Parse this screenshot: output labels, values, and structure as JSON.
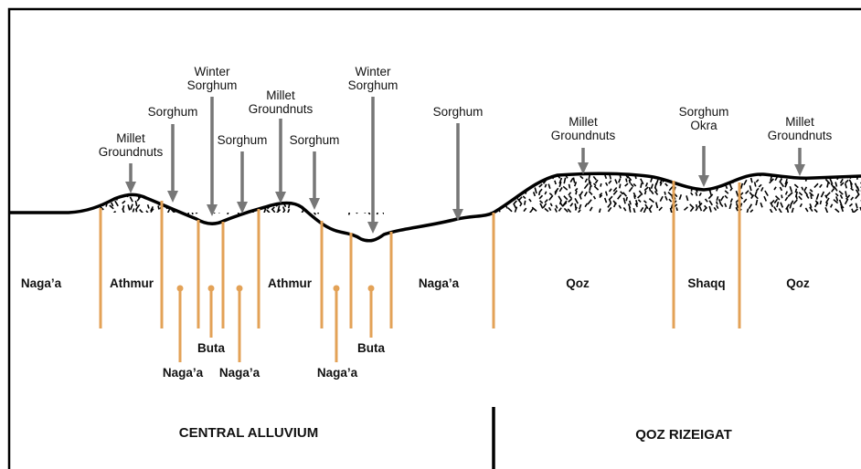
{
  "colors": {
    "boundary_line": "#E3A257",
    "arrow": "#777777",
    "ground_line": "#000000",
    "text": "#111111"
  },
  "crop_labels": [
    {
      "id": "millet-groundnuts-1",
      "lines": [
        "Millet",
        "Groundnuts"
      ]
    },
    {
      "id": "sorghum-1",
      "lines": [
        "Sorghum"
      ]
    },
    {
      "id": "winter-sorghum-1",
      "lines": [
        "Winter",
        "Sorghum"
      ]
    },
    {
      "id": "sorghum-2",
      "lines": [
        "Sorghum"
      ]
    },
    {
      "id": "millet-groundnuts-2",
      "lines": [
        "Millet",
        "Groundnuts"
      ]
    },
    {
      "id": "sorghum-3",
      "lines": [
        "Sorghum"
      ]
    },
    {
      "id": "winter-sorghum-2",
      "lines": [
        "Winter",
        "Sorghum"
      ]
    },
    {
      "id": "sorghum-4",
      "lines": [
        "Sorghum"
      ]
    },
    {
      "id": "millet-groundnuts-3",
      "lines": [
        "Millet",
        "Groundnuts"
      ]
    },
    {
      "id": "sorghum-okra",
      "lines": [
        "Sorghum",
        "Okra"
      ]
    },
    {
      "id": "millet-groundnuts-4",
      "lines": [
        "Millet",
        "Groundnuts"
      ]
    }
  ],
  "soil_labels": {
    "naga_a_1": "Naga’a",
    "athmur_1": "Athmur",
    "athmur_2": "Athmur",
    "naga_a_2": "Naga’a",
    "qoz_1": "Qoz",
    "shaqq": "Shaqq",
    "qoz_2": "Qoz",
    "buta_1": "Buta",
    "buta_2": "Buta",
    "naga_a_low_1": "Naga’a",
    "naga_a_low_2": "Naga’a",
    "naga_a_low_3": "Naga’a"
  },
  "regions": {
    "central": "CENTRAL ALLUVIUM",
    "qoz_rizeigat": "QOZ RIZEIGAT"
  }
}
